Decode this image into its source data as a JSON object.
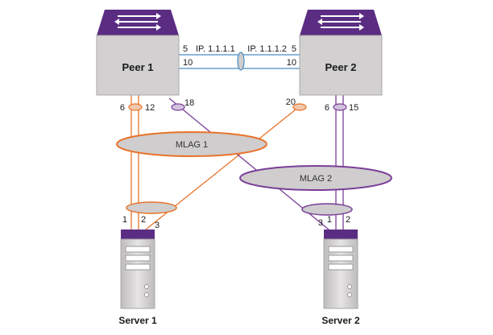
{
  "colors": {
    "orange": "#e8732a",
    "purple": "#7b3f98",
    "blue": "#4a8cc7",
    "box_fill": "#d2d0d1",
    "switch_top": "#5a2d82",
    "mlag_fill": "#cfcdce"
  },
  "peers": [
    {
      "name": "Peer 1",
      "ip_label": "IP. 1.1.1.1",
      "isc_port": "5",
      "data_port": "10"
    },
    {
      "name": "Peer 2",
      "ip_label": "IP. 1.1.1.2",
      "isc_port": "5",
      "data_port": "10"
    }
  ],
  "peer1_ports": {
    "orange_a": "6",
    "orange_b": "12",
    "purple": "18"
  },
  "peer2_ports": {
    "orange": "20",
    "purple_a": "6",
    "purple_b": "15"
  },
  "mlags": [
    {
      "label": "MLAG 1"
    },
    {
      "label": "MLAG 2"
    }
  ],
  "servers": [
    {
      "name": "Server 1",
      "ports": [
        "1",
        "2",
        "3"
      ]
    },
    {
      "name": "Server 2",
      "ports": [
        "3",
        "1",
        "2"
      ]
    }
  ]
}
